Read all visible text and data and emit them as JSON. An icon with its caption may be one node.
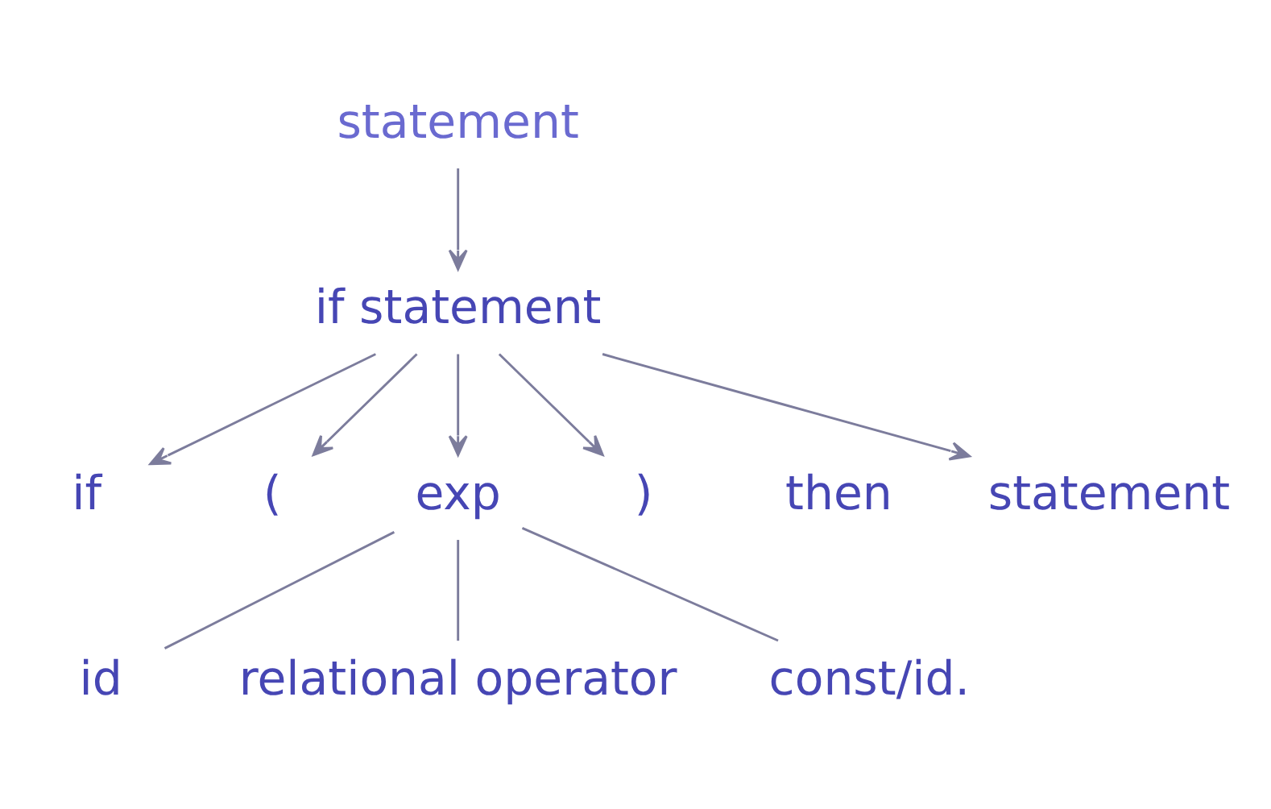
{
  "diagram": {
    "nodes": [
      {
        "text": [
          "statement"
        ]
      },
      {
        "text": [
          "if statement"
        ]
      },
      {
        "text": [
          "if"
        ]
      },
      {
        "text": [
          "("
        ]
      },
      {
        "text": [
          "exp"
        ]
      },
      {
        "text": [
          ")"
        ]
      },
      {
        "text": [
          "statement"
        ]
      },
      {
        "text": [
          "id"
        ]
      },
      {
        "text": [
          "relational operator"
        ]
      },
      {
        "text": [
          "const/id."
        ]
      }
    ],
    "edges": [
      {
        "from": 0,
        "to": 1,
        "arrow": "to"
      },
      {
        "from": 1,
        "to": 2,
        "arrow": "to"
      },
      {
        "from": 1,
        "to": 3,
        "arrow": "to"
      },
      {
        "from": 1,
        "to": 4,
        "arrow": "to"
      },
      {
        "from": 1,
        "to": 5,
        "arrow": "to"
      },
      {
        "from": 1,
        "to": 6,
        "arrow": "to"
      },
      {
        "from": 4,
        "to": 7,
        "arrow": "none"
      },
      {
        "from": 4,
        "to": 8,
        "arrow": "none"
      },
      {
        "from": 4,
        "to": 9,
        "arrow": "none"
      }
    ],
    "labels": [
      "then"
    ]
  }
}
